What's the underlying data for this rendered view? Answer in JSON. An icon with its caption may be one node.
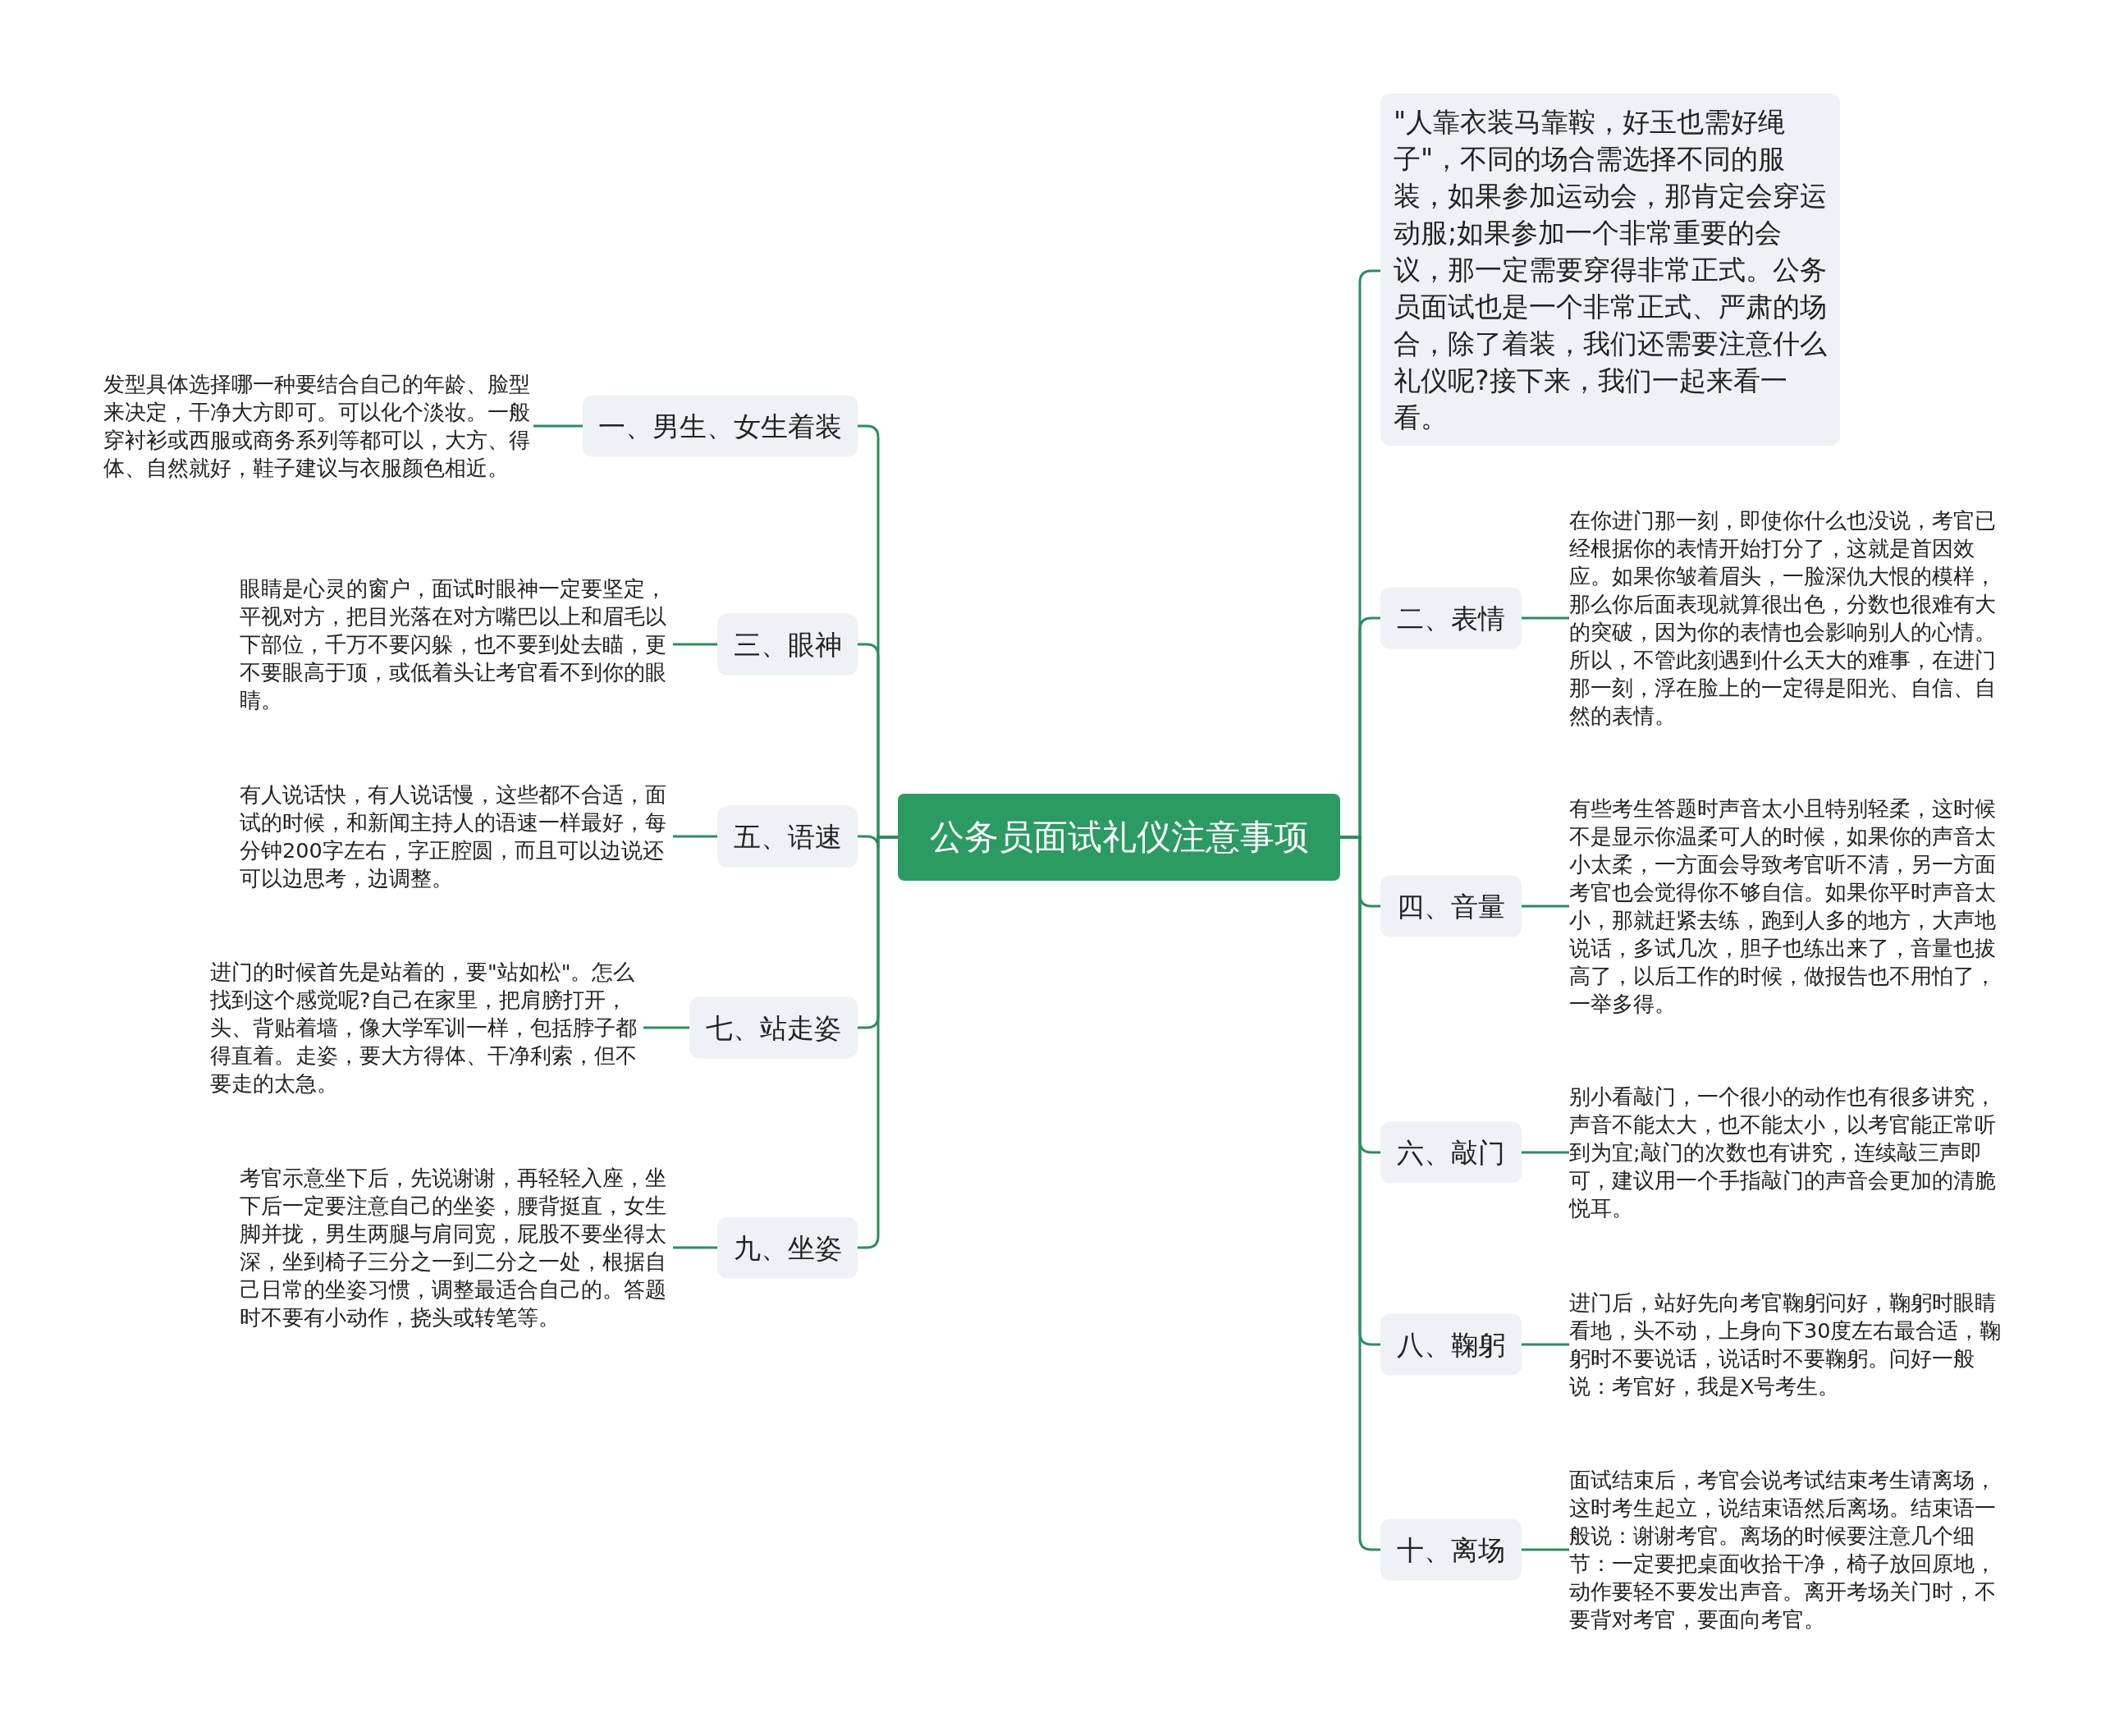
{
  "diagram": {
    "nodes": [
      {
        "text": [
          "公务员面试礼仪注意事项"
        ]
      },
      {
        "text": [
          "\"人靠衣装马靠鞍，好玉也需好绳子\"，不同的场合需选择不同的服装，如果参加运动会，那肯定会穿运动服;如果参加一个非常重要的会议，那一定需要穿得非常正式。公务员面试也是一个非常正式、严肃的场合，除了着装，我们还需要注意什么礼仪呢?接下来，我们一起来看一看。"
        ]
      },
      {
        "text": [
          "一、男生、女生着装"
        ]
      },
      {
        "text": [
          "发型具体选择哪一种要结合自己的年龄、脸型来决定，干净大方即可。可以化个淡妆。一般穿衬衫或西服或商务系列等都可以，大方、得体、自然就好，鞋子建议与衣服颜色相近。"
        ]
      },
      {
        "text": [
          "二、表情"
        ]
      },
      {
        "text": [
          "在你进门那一刻，即使你什么也没说，考官已经根据你的表情开始打分了，这就是首因效应。如果你皱着眉头，一脸深仇大恨的模样，那么你后面表现就算很出色，分数也很难有大的突破，因为你的表情也会影响别人的心情。所以，不管此刻遇到什么天大的难事，在进门那一刻，浮在脸上的一定得是阳光、自信、自然的表情。"
        ]
      },
      {
        "text": [
          "三、眼神"
        ]
      },
      {
        "text": [
          "眼睛是心灵的窗户，面试时眼神一定要坚定，平视对方，把目光落在对方嘴巴以上和眉毛以下部位，千万不要闪躲，也不要到处去瞄，更不要眼高于顶，或低着头让考官看不到你的眼睛。"
        ]
      },
      {
        "text": [
          "四、音量"
        ]
      },
      {
        "text": [
          "有些考生答题时声音太小且特别轻柔，这时候不是显示你温柔可人的时候，如果你的声音太小太柔，一方面会导致考官听不清，另一方面考官也会觉得你不够自信。如果你平时声音太小，那就赶紧去练，跑到人多的地方，大声地说话，多试几次，胆子也练出来了，音量也拔高了，以后工作的时候，做报告也不用怕了，一举多得。"
        ]
      },
      {
        "text": [
          "五、语速"
        ]
      },
      {
        "text": [
          "有人说话快，有人说话慢，这些都不合适，面试的时候，和新闻主持人的语速一样最好，每分钟200字左右，字正腔圆，而且可以边说还可以边思考，边调整。"
        ]
      },
      {
        "text": [
          "六、敲门"
        ]
      },
      {
        "text": [
          "别小看敲门，一个很小的动作也有很多讲究，声音不能太大，也不能太小，以考官能正常听到为宜;敲门的次数也有讲究，连续敲三声即可，建议用一个手指敲门的声音会更加的清脆悦耳。"
        ]
      },
      {
        "text": [
          "七、站走姿"
        ]
      },
      {
        "text": [
          "进门的时候首先是站着的，要\"站如松\"。怎么找到这个感觉呢?自己在家里，把肩膀打开，头、背贴着墙，像大学军训一样，包括脖子都得直着。走姿，要大方得体、干净利索，但不要走的太急。"
        ]
      },
      {
        "text": [
          "八、鞠躬"
        ]
      },
      {
        "text": [
          "进门后，站好先向考官鞠躬问好，鞠躬时眼睛看地，头不动，上身向下30度左右最合适，鞠躬时不要说话，说话时不要鞠躬。问好一般说：考官好，我是X号考生。"
        ]
      },
      {
        "text": [
          "九、坐姿"
        ]
      },
      {
        "text": [
          "考官示意坐下后，先说谢谢，再轻轻入座，坐下后一定要注意自己的坐姿，腰背挺直，女生脚并拢，男生两腿与肩同宽，屁股不要坐得太深，坐到椅子三分之一到二分之一处，根据自己日常的坐姿习惯，调整最适合自己的。答题时不要有小动作，挠头或转笔等。"
        ]
      },
      {
        "text": [
          "十、离场"
        ]
      },
      {
        "text": [
          "面试结束后，考官会说考试结束考生请离场，这时考生起立，说结束语然后离场。结束语一般说：谢谢考官。离场的时候要注意几个细节：一定要把桌面收拾干净，椅子放回原地，动作要轻不要发出声音。离开考场关门时，不要背对考官，要面向考官。"
        ]
      }
    ],
    "edges": [
      {
        "from": 0,
        "to": 1,
        "arrow": "none"
      },
      {
        "from": 0,
        "to": 2,
        "arrow": "none"
      },
      {
        "from": 2,
        "to": 3,
        "arrow": "none"
      },
      {
        "from": 0,
        "to": 4,
        "arrow": "none"
      },
      {
        "from": 4,
        "to": 5,
        "arrow": "none"
      },
      {
        "from": 0,
        "to": 6,
        "arrow": "none"
      },
      {
        "from": 6,
        "to": 7,
        "arrow": "none"
      },
      {
        "from": 0,
        "to": 8,
        "arrow": "none"
      },
      {
        "from": 8,
        "to": 9,
        "arrow": "none"
      },
      {
        "from": 0,
        "to": 10,
        "arrow": "none"
      },
      {
        "from": 10,
        "to": 11,
        "arrow": "none"
      },
      {
        "from": 0,
        "to": 12,
        "arrow": "none"
      },
      {
        "from": 12,
        "to": 13,
        "arrow": "none"
      },
      {
        "from": 0,
        "to": 14,
        "arrow": "none"
      },
      {
        "from": 14,
        "to": 15,
        "arrow": "none"
      },
      {
        "from": 0,
        "to": 16,
        "arrow": "none"
      },
      {
        "from": 16,
        "to": 17,
        "arrow": "none"
      },
      {
        "from": 0,
        "to": 18,
        "arrow": "none"
      },
      {
        "from": 18,
        "to": 19,
        "arrow": "none"
      },
      {
        "from": 0,
        "to": 20,
        "arrow": "none"
      },
      {
        "from": 20,
        "to": 21,
        "arrow": "none"
      }
    ]
  }
}
